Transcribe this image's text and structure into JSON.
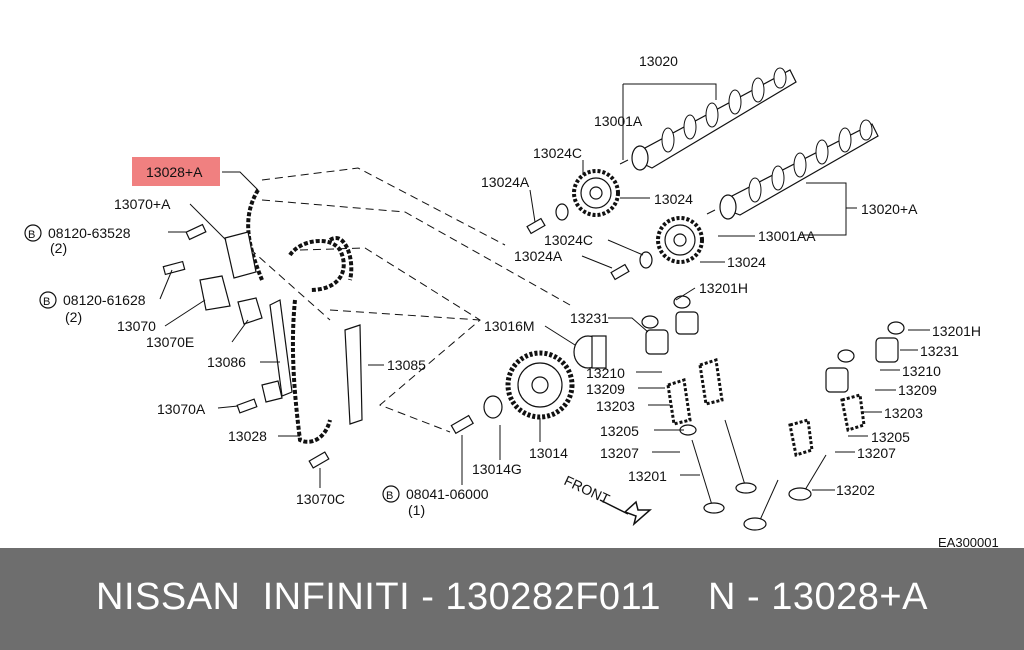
{
  "diagram": {
    "highlight_color": "#f08080",
    "labels": {
      "p13020": "13020",
      "p13001A": "13001A",
      "p13024C_top": "13024C",
      "p13024A_top": "13024A",
      "p13024_top": "13024",
      "p13020A": "13020+A",
      "p13028A": "13028+A",
      "p13070A": "13070+A",
      "p08120_63528": "08120-63528",
      "p08120_63528_qty": "(2)",
      "p13024C_bot": "13024C",
      "p13024A_bot": "13024A",
      "p13001AA": "13001AA",
      "p13024_bot": "13024",
      "p08120_61628": "08120-61628",
      "p08120_61628_qty": "(2)",
      "p13201H_top": "13201H",
      "p13070": "13070",
      "p13231_top": "13231",
      "p13016M": "13016M",
      "p13070E": "13070E",
      "p13086": "13086",
      "p13085": "13085",
      "p13210_left": "13210",
      "p13209_left": "13209",
      "p13203_left": "13203",
      "p13070A_bot": "13070A",
      "p13205_left": "13205",
      "p13028": "13028",
      "p13014": "13014",
      "p13207_left": "13207",
      "p13014G": "13014G",
      "p13201": "13201",
      "p13070C": "13070C",
      "p08041_06000": "08041-06000",
      "p08041_06000_qty": "(1)",
      "p13201H_right": "13201H",
      "p13231_right": "13231",
      "p13210_right": "13210",
      "p13209_right": "13209",
      "p13203_right": "13203",
      "p13205_right": "13205",
      "p13207_right": "13207",
      "p13202": "13202",
      "front": "FRONT",
      "code": "EA300001",
      "bolt_mark": "B"
    }
  },
  "footer": {
    "brand": "NISSAN  INFINITI - 130282F011",
    "ref": "N - 13028+A"
  }
}
